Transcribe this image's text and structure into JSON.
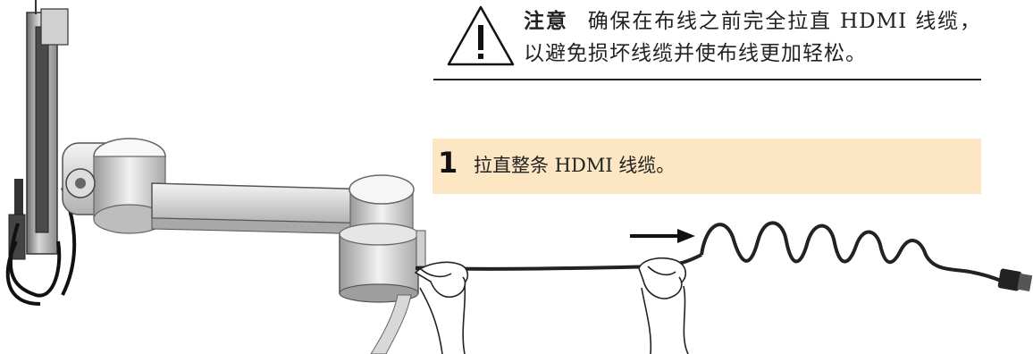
{
  "caution": {
    "icon": "warning-triangle-icon",
    "label": "注意",
    "text": "确保在布线之前完全拉直 HDMI 线缆，以避免损坏线缆并使布线更加轻松。"
  },
  "step": {
    "number": "1",
    "text": "拉直整条 HDMI 线缆。",
    "background": "#fde6c4"
  },
  "illustration": {
    "subject": "monitor-arm-with-hdmi-cable",
    "arrow_direction": "right"
  }
}
